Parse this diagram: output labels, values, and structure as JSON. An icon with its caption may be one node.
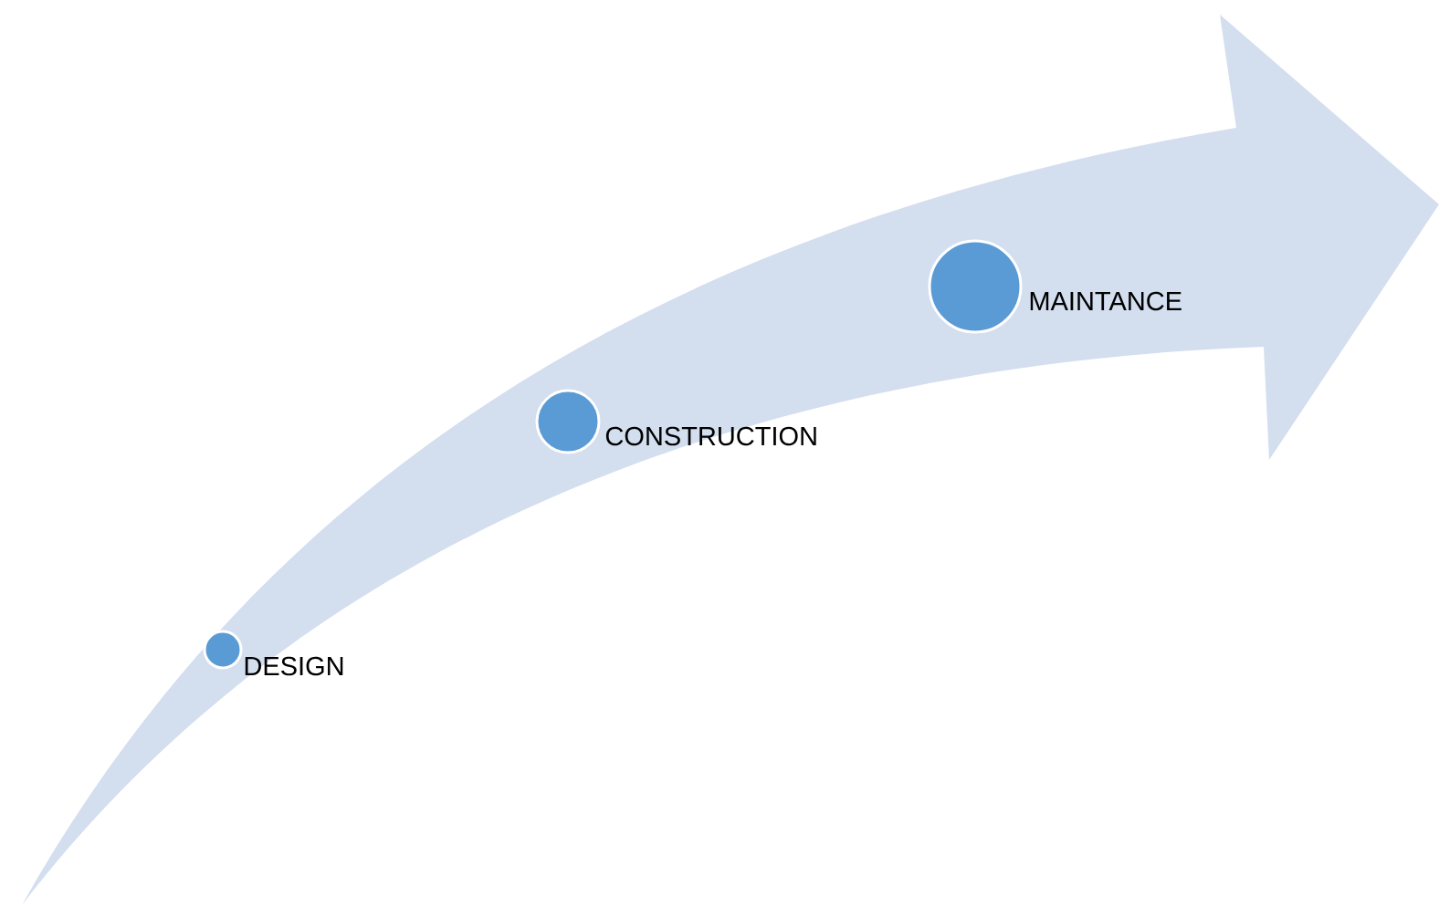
{
  "diagram": {
    "nodes": [
      {
        "text": [],
        "shape": "circle",
        "beside": [
          "DESIGN"
        ]
      },
      {
        "text": [],
        "shape": "circle",
        "beside": [
          "CONSTRUCTION"
        ]
      },
      {
        "text": [],
        "shape": "circle",
        "beside": [
          "MAINTANCE"
        ]
      }
    ]
  }
}
